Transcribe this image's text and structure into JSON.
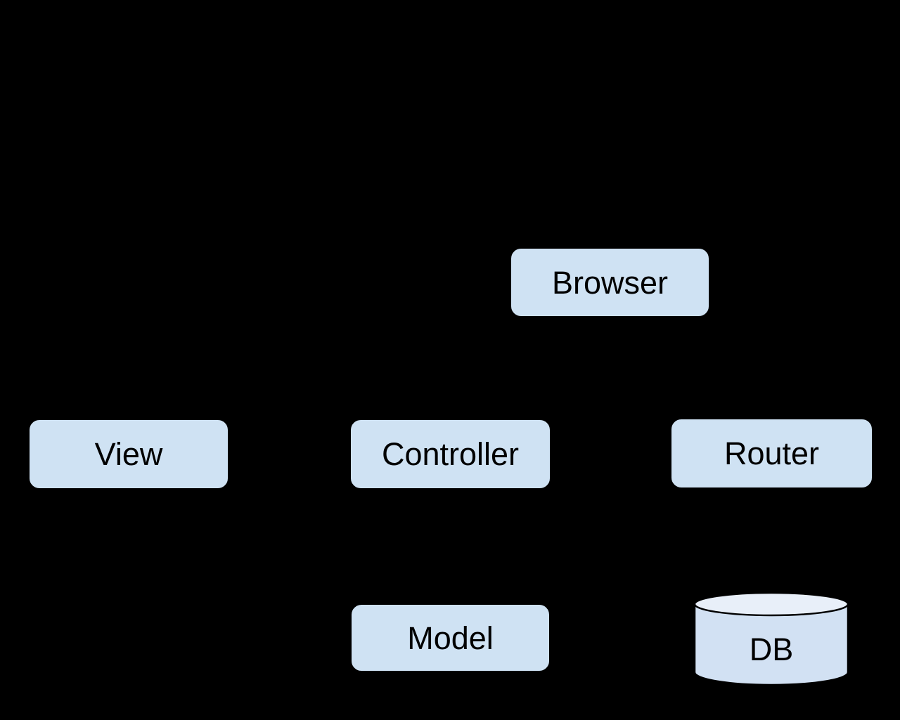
{
  "diagram": {
    "nodes": {
      "browser": {
        "label": "Browser"
      },
      "view": {
        "label": "View"
      },
      "controller": {
        "label": "Controller"
      },
      "router": {
        "label": "Router"
      },
      "model": {
        "label": "Model"
      },
      "db": {
        "label": "DB"
      }
    },
    "colors": {
      "background": "#000000",
      "node_fill": "#cfe2f3",
      "node_text": "#000000",
      "outline": "#000000",
      "cylinder_fill": "#d2e1f3",
      "cylinder_top_fill": "#e8eff9"
    }
  }
}
